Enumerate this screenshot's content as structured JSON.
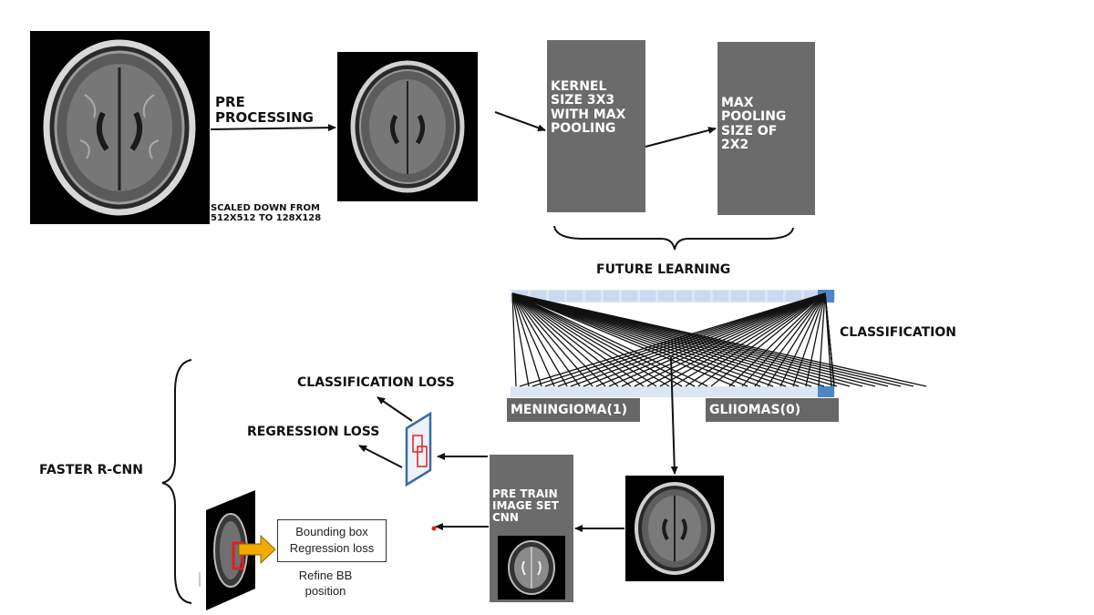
{
  "labels": {
    "preprocessing_line1": "PRE",
    "preprocessing_line2": "PROCESSING",
    "scaled_line1": "SCALED DOWN FROM",
    "scaled_line2": "512X512 TO 128X128",
    "kernel_box": [
      "KERNEL",
      "SIZE 3X3",
      "WITH MAX",
      "POOLING"
    ],
    "maxpool_box": [
      "MAX",
      "POOLING",
      "SIZE OF",
      "2X2"
    ],
    "feature_learning": "FUTURE LEARNING",
    "classification": "CLASSIFICATION",
    "meningioma": "MENINGIOMA(1)",
    "gliomas": "GLIIOMAS(0)",
    "classification_loss": "CLASSIFICATION LOSS",
    "regression_loss": "REGRESSION LOSS",
    "faster_rcnn": "FASTER R-CNN",
    "pretrain_box": [
      "PRE TRAIN",
      "IMAGE SET",
      "CNN"
    ],
    "bounding_box_line1": "Bounding box",
    "bounding_box_line2": "Regression loss",
    "refine_line1": "Refine BB",
    "refine_line2": "position"
  },
  "colors": {
    "gray_box": "#6b6b6b",
    "tag_gray": "#676767",
    "cell_light": "#dbe6f4",
    "cell_accent": "#4f86c6",
    "red": "#e02020",
    "arrow_orange": "#f2a900",
    "panel_blue": "#3a6aa6"
  }
}
